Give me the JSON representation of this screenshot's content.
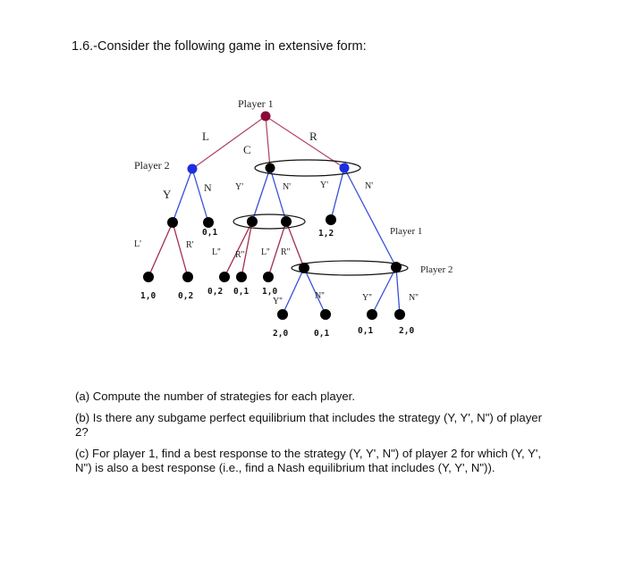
{
  "problem": {
    "title": "1.6.-Consider the following game in extensive form:"
  },
  "tree": {
    "player_labels": {
      "root": "Player 1",
      "p2_left": "Player 2",
      "p1_right": "Player 1",
      "p2_right": "Player 2"
    },
    "edge_labels": {
      "L": "L",
      "C": "C",
      "R": "R",
      "Y": "Y",
      "N": "N",
      "Y1_mid": "Y'",
      "N1_mid": "N'",
      "Y1_right": "Y'",
      "N1_right": "N'",
      "L1": "L'",
      "R1": "R'",
      "L2_a": "L''",
      "R2_a": "R''",
      "L2_b": "L''",
      "R2_b": "R''",
      "Y2_a": "Y''",
      "N2_a": "N''",
      "Y2_b": "Y''",
      "N2_b": "N''"
    },
    "payoffs": {
      "yn_right": "0,1",
      "rn_left": "1,2",
      "l1": "1,0",
      "r1": "0,2",
      "l2a": "0,2",
      "r2a": "0,1",
      "l2b": "1,0",
      "y2a": "2,0",
      "n2a": "0,1",
      "y2b": "0,1",
      "n2b": "2,0"
    },
    "colors": {
      "root_node": "#8b0a3a",
      "player2_node": "#1f2de0",
      "terminal_node": "#000000",
      "edge_root": "#b44a6a",
      "edge_blue": "#3a4fd8",
      "edge_black": "#222222",
      "edge_p1": "#a0304e"
    }
  },
  "questions": {
    "a": "(a) Compute the number of strategies for each player.",
    "b": "(b) Is there any subgame perfect equilibrium that includes the strategy (Y, Y', N\") of player 2?",
    "c": "(c) For player 1, find a best response to the strategy (Y, Y', N\") of player 2 for which (Y, Y', N\") is also a best response (i.e., find a Nash equilibrium that includes (Y, Y', N\"))."
  }
}
